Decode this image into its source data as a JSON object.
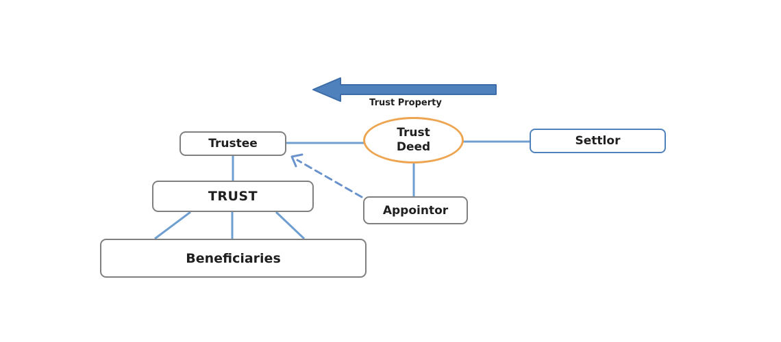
{
  "diagram": {
    "type": "flowchart",
    "subject": "Trust structure diagram",
    "arrow_label": "Trust Property",
    "nodes": {
      "trustee": {
        "label": "Trustee",
        "shape": "rounded-rect",
        "border_color": "#7f7f7f"
      },
      "trust": {
        "label": "TRUST",
        "shape": "rounded-rect",
        "border_color": "#7f7f7f"
      },
      "beneficiaries": {
        "label": "Beneficiaries",
        "shape": "rounded-rect",
        "border_color": "#7f7f7f"
      },
      "trust_deed": {
        "label": "Trust Deed",
        "shape": "ellipse",
        "border_color": "#eda552"
      },
      "appointor": {
        "label": "Appointor",
        "shape": "rounded-rect",
        "border_color": "#7f7f7f"
      },
      "settlor": {
        "label": "Settlor",
        "shape": "rounded-rect",
        "border_color": "#4f81bd"
      }
    },
    "connections": [
      {
        "from": "trust_deed",
        "to": "trustee",
        "style": "solid"
      },
      {
        "from": "trust_deed",
        "to": "settlor",
        "style": "solid"
      },
      {
        "from": "trust_deed",
        "to": "appointor",
        "style": "solid"
      },
      {
        "from": "trustee",
        "to": "trust",
        "style": "solid"
      },
      {
        "from": "trust",
        "to": "beneficiaries",
        "style": "solid-fan-3"
      },
      {
        "from": "appointor",
        "to": "trustee",
        "style": "dashed-arrow"
      },
      {
        "from": "right",
        "to": "left",
        "style": "block-arrow",
        "label": "Trust Property"
      }
    ],
    "colors": {
      "connector_blue": "#6f9fd0",
      "block_arrow_fill": "#4f81bd",
      "block_arrow_stroke": "#3d6da8",
      "dashed_arrow_blue": "#6a93cb",
      "box_border_gray": "#7f7f7f",
      "box_border_blue": "#4f81bd",
      "ellipse_border_orange": "#eda552",
      "text": "#1f1f1f",
      "background": "#ffffff"
    }
  }
}
